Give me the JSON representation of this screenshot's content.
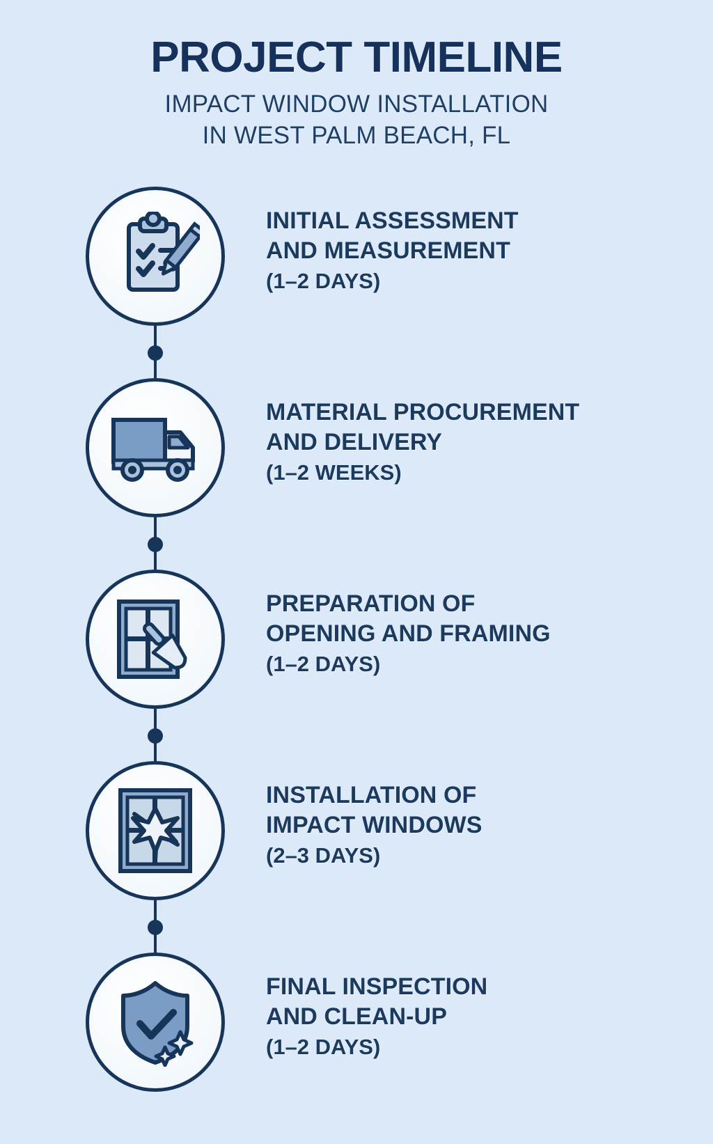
{
  "header": {
    "title": "PROJECT TIMELINE",
    "subtitle_line1": "IMPACT WINDOW INSTALLATION",
    "subtitle_line2": "IN WEST PALM BEACH, FL"
  },
  "colors": {
    "background": "#dbe9f8",
    "title_navy": "#16325c",
    "text_navy": "#1b3a5e",
    "stroke_navy": "#173459",
    "icon_fill": "#7b9cc4",
    "icon_fill_light": "#b9cde4",
    "circle_fill": "#f6fafd"
  },
  "steps": [
    {
      "icon": "clipboard-checklist-pencil-icon",
      "title_line1": "INITIAL ASSESSMENT",
      "title_line2": "AND MEASUREMENT",
      "duration": "(1–2 DAYS)"
    },
    {
      "icon": "delivery-truck-icon",
      "title_line1": "MATERIAL PROCUREMENT",
      "title_line2": "AND DELIVERY",
      "duration": "(1–2 WEEKS)"
    },
    {
      "icon": "window-trowel-icon",
      "title_line1": "PREPARATION OF",
      "title_line2": "OPENING AND FRAMING",
      "duration": "(1–2 DAYS)"
    },
    {
      "icon": "impact-window-shatter-icon",
      "title_line1": "INSTALLATION OF",
      "title_line2": "IMPACT WINDOWS",
      "duration": "(2–3 DAYS)"
    },
    {
      "icon": "shield-check-sparkle-icon",
      "title_line1": "FINAL INSPECTION",
      "title_line2": "AND CLEAN-UP",
      "duration": "(1–2 DAYS)"
    }
  ]
}
